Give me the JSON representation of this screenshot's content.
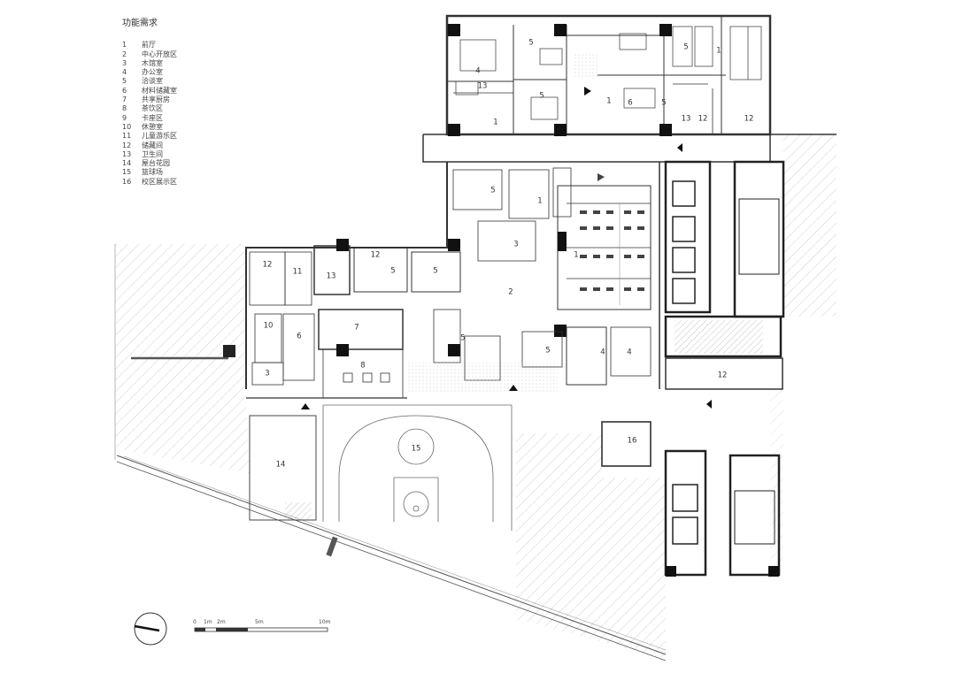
{
  "legend": {
    "title": "功能需求",
    "items": [
      {
        "num": "1",
        "label": "前厅"
      },
      {
        "num": "2",
        "label": "中心开放区"
      },
      {
        "num": "3",
        "label": "木馆室"
      },
      {
        "num": "4",
        "label": "办公室"
      },
      {
        "num": "5",
        "label": "洽谈室"
      },
      {
        "num": "6",
        "label": "材料储藏室"
      },
      {
        "num": "7",
        "label": "共享厨房"
      },
      {
        "num": "8",
        "label": "茶饮区"
      },
      {
        "num": "9",
        "label": "卡座区"
      },
      {
        "num": "10",
        "label": "休憩室"
      },
      {
        "num": "11",
        "label": "儿童游乐区"
      },
      {
        "num": "12",
        "label": "储藏间"
      },
      {
        "num": "13",
        "label": "卫生间"
      },
      {
        "num": "14",
        "label": "屋台花园"
      },
      {
        "num": "15",
        "label": "篮球场"
      },
      {
        "num": "16",
        "label": "校区展示区"
      }
    ]
  },
  "rooms": {
    "r1a": "4",
    "r1b": "5",
    "r1c": "1",
    "r1d": "5",
    "r1e": "1",
    "r1f": "13",
    "r1g": "5",
    "r1h": "6",
    "r1i": "1",
    "r1j": "5",
    "r1k": "13",
    "r1l": "12",
    "r1m": "12",
    "r2a": "5",
    "r2b": "1",
    "r2c": "3",
    "r2d": "1",
    "r2e": "2",
    "r3a": "12",
    "r3b": "11",
    "r3c": "12",
    "r3d": "13",
    "r3e": "5",
    "r3f": "5",
    "r3g": "10",
    "r3h": "6",
    "r3i": "7",
    "r3j": "3",
    "r3k": "8",
    "r3l": "5",
    "r3m": "5",
    "r3n": "4",
    "r3o": "4",
    "r4a": "12",
    "r4b": "16",
    "r4c": "14",
    "r4d": "15"
  },
  "scale": {
    "ticks": [
      "0",
      "1m",
      "2m",
      "5m",
      "10m"
    ]
  },
  "north_icon": "north-arrow-icon"
}
